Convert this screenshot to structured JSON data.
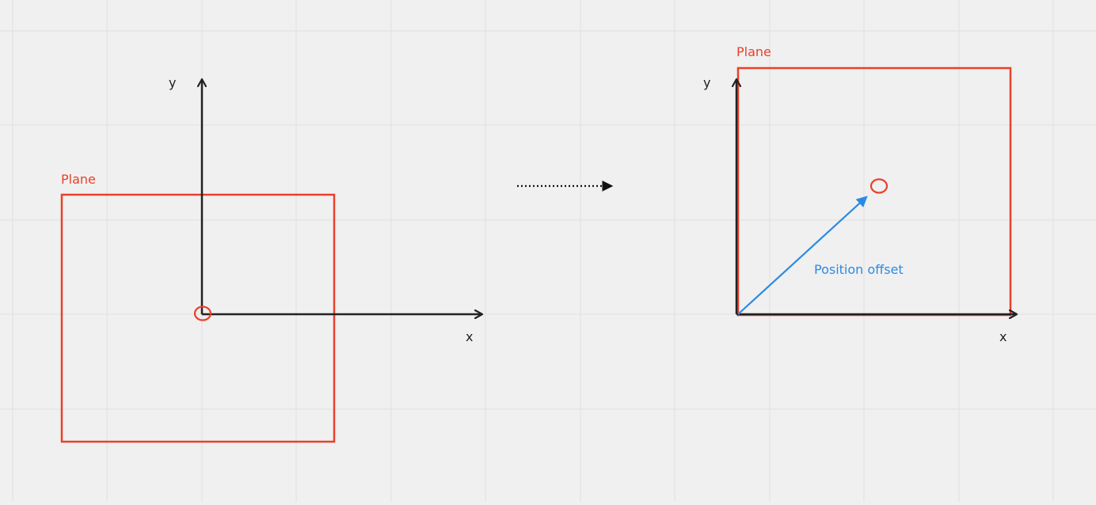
{
  "colors": {
    "background": "#f0f0f0",
    "grid": "#e0e0e0",
    "axis": "#222222",
    "plane": "#e8412b",
    "offset": "#2b8be3"
  },
  "left_diagram": {
    "plane_label": "Plane",
    "y_label": "y",
    "x_label": "x"
  },
  "transition_arrow": {
    "style": "dotted"
  },
  "right_diagram": {
    "plane_label": "Plane",
    "y_label": "y",
    "x_label": "x",
    "offset_label": "Position offset"
  }
}
